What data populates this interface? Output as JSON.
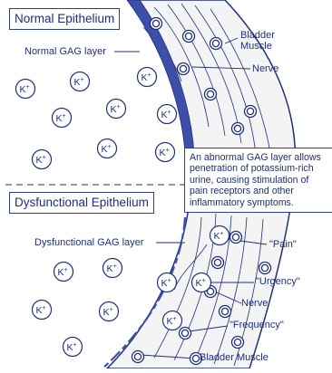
{
  "titles": {
    "normal": "Normal Epithelium",
    "dysfunctional": "Dysfunctional Epithelium"
  },
  "labels": {
    "normal_gag": "Normal GAG layer",
    "dysfunctional_gag": "Dysfunctional GAG layer",
    "bladder_muscle_top_1": "Bladder",
    "bladder_muscle_top_2": "Muscle",
    "nerve_top": "Nerve",
    "nerve_bottom": "Nerve",
    "pain": "\"Pain\"",
    "urgency": "\"Urgency\"",
    "frequency": "\"Frequency\"",
    "bladder_muscle_bottom": "Bladder Muscle"
  },
  "note_lines": [
    "An abnormal GAG layer allows",
    "penetration of potassium-rich",
    "urine, causing stimulation of",
    "pain receptors and other",
    "inflammatory symptoms."
  ],
  "ion_label": "K+",
  "colors": {
    "ink": "#1f2f7a",
    "gag_layer": "#3d4fa8",
    "muscle_fill": "#f4f4f4"
  }
}
